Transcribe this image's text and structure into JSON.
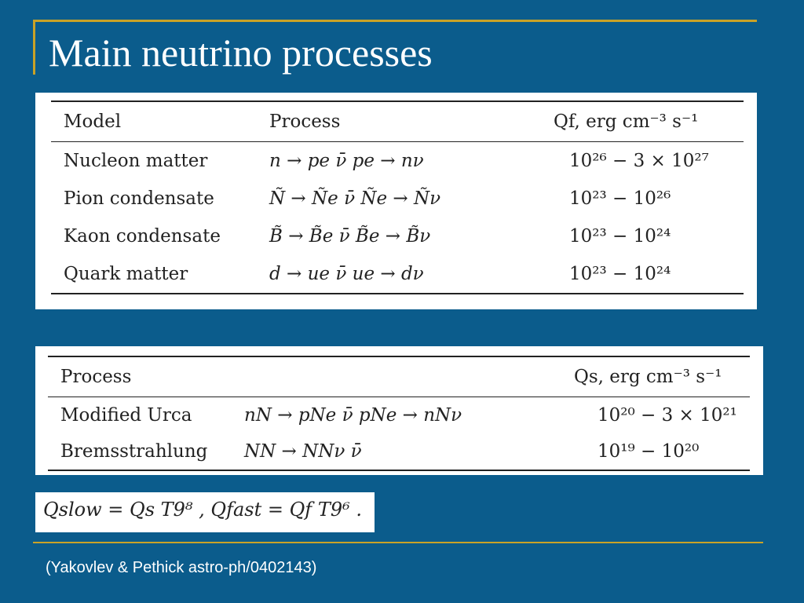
{
  "slide": {
    "title": "Main neutrino processes",
    "citation": "(Yakovlev & Pethick astro-ph/0402143)"
  },
  "fast_table": {
    "headers": [
      "Model",
      "Process",
      "Qf, erg cm⁻³ s⁻¹"
    ],
    "rows": [
      {
        "model": "Nucleon matter",
        "process": "n → pe ν̄    pe → nν",
        "rate": "10²⁶ − 3 × 10²⁷"
      },
      {
        "model": "Pion condensate",
        "process": "Ñ → Ñe ν̄    Ñe → Ñν",
        "rate": "10²³ − 10²⁶"
      },
      {
        "model": "Kaon condensate",
        "process": "B̃ → B̃e ν̄    B̃e → B̃ν",
        "rate": "10²³ − 10²⁴"
      },
      {
        "model": "Quark matter",
        "process": "d → ue ν̄    ue → dν",
        "rate": "10²³ − 10²⁴"
      }
    ]
  },
  "slow_table": {
    "headers": [
      "Process",
      "",
      "Qs, erg cm⁻³ s⁻¹"
    ],
    "rows": [
      {
        "name": "Modified Urca",
        "process": "nN → pNe ν̄    pNe → nNν",
        "rate": "10²⁰ − 3 × 10²¹"
      },
      {
        "name": "Bremsstrahlung",
        "process": "NN → NNν ν̄",
        "rate": "10¹⁹ − 10²⁰"
      }
    ]
  },
  "formula": {
    "text": "Qslow = Qs T9⁸ ,     Qfast = Qf T9⁶ ."
  },
  "colors": {
    "background": "#0b5c8c",
    "accent_rule": "#c9a227",
    "panel": "#ffffff",
    "text": "#ffffff"
  }
}
